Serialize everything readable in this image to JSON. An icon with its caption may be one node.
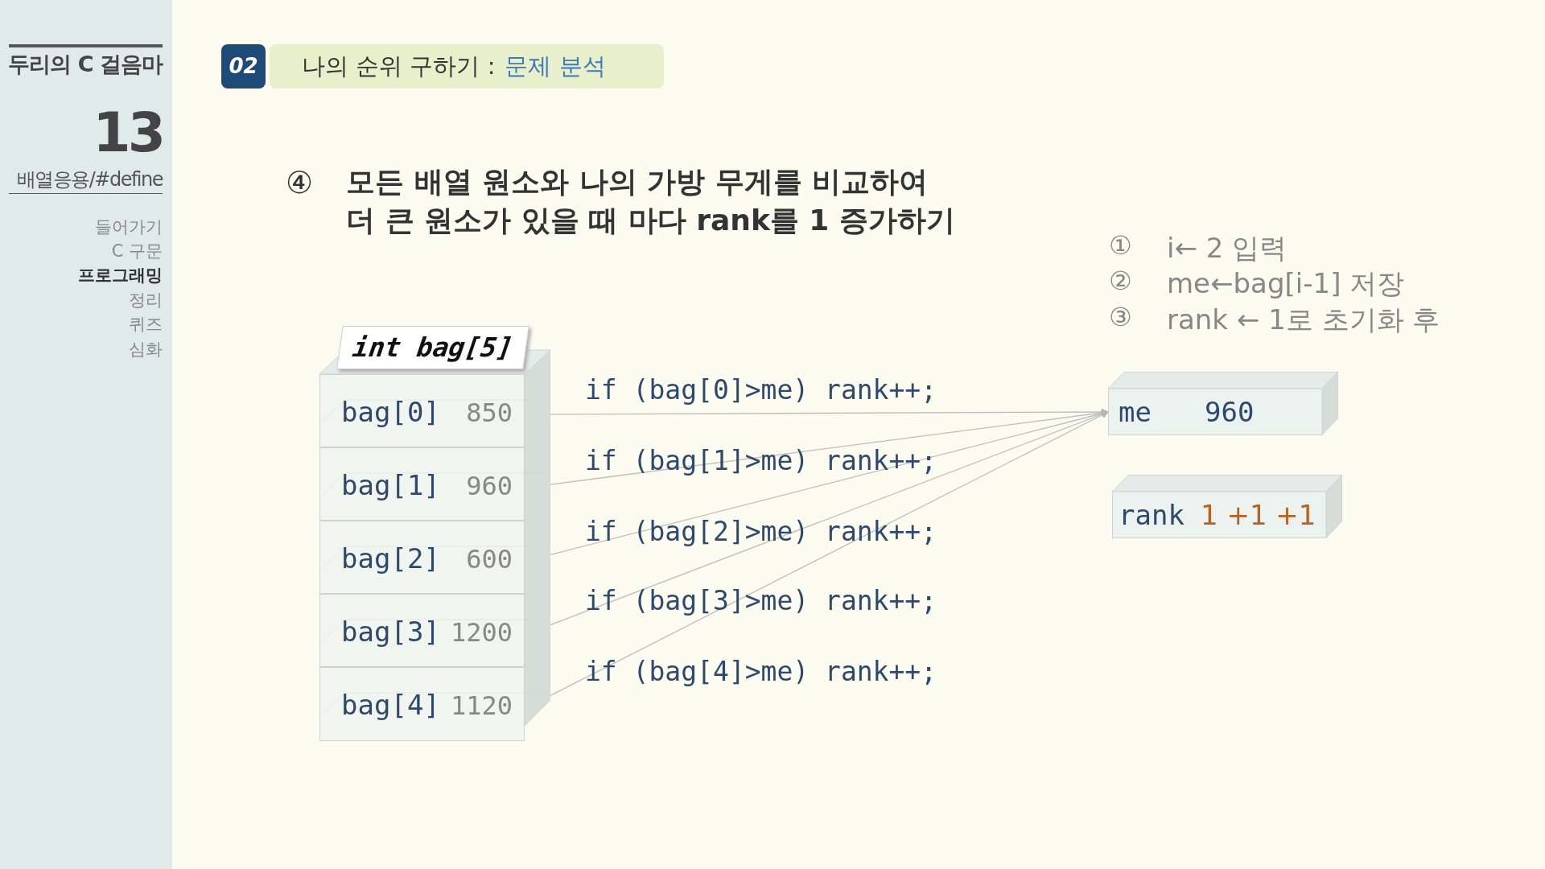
{
  "diagram": {
    "nodes": [
      {
        "text": [
          "int bag[5]"
        ]
      },
      {
        "text": [
          "bag[0]",
          "850"
        ],
        "in": 0
      },
      {
        "text": [
          "bag[1]",
          "960"
        ],
        "in": 0
      },
      {
        "text": [
          "bag[2]",
          "600"
        ],
        "in": 0
      },
      {
        "text": [
          "bag[3]",
          "1200"
        ],
        "in": 0
      },
      {
        "text": [
          "bag[4]",
          "1120"
        ],
        "in": 0
      },
      {
        "text": [
          "me",
          "960"
        ]
      },
      {
        "text": [
          "rank",
          "1 +1 +1"
        ]
      }
    ],
    "edges": [
      {
        "from": 6,
        "to": 1,
        "arrow": "both"
      },
      {
        "from": 6,
        "to": 2,
        "arrow": "both"
      },
      {
        "from": 6,
        "to": 3,
        "arrow": "both"
      },
      {
        "from": 6,
        "to": 4,
        "arrow": "both"
      },
      {
        "from": 6,
        "to": 5,
        "arrow": "both"
      }
    ],
    "labels": [
      "두리의 C 걸음마",
      "13",
      "배열응용/#define",
      "들어가기",
      "C 구문",
      "프로그래밍",
      "정리",
      "퀴즈",
      "심화",
      "02",
      "나의 순위 구하기 :",
      "문제 분석",
      "④",
      "모든 배열 원소와 나의 가방 무게를 비교하여 더 큰 원소가 있을 때 마다 rank를 1 증가하기",
      "①",
      "i← 2 입력",
      "②",
      "me←bag[i-1] 저장",
      "③",
      "rank ← 1로 초기화 후",
      "if (bag[0]>me) rank++;",
      "if (bag[1]>me) rank++;",
      "if (bag[2]>me) rank++;",
      "if (bag[3]>me) rank++;",
      "if (bag[4]>me) rank++;"
    ]
  }
}
